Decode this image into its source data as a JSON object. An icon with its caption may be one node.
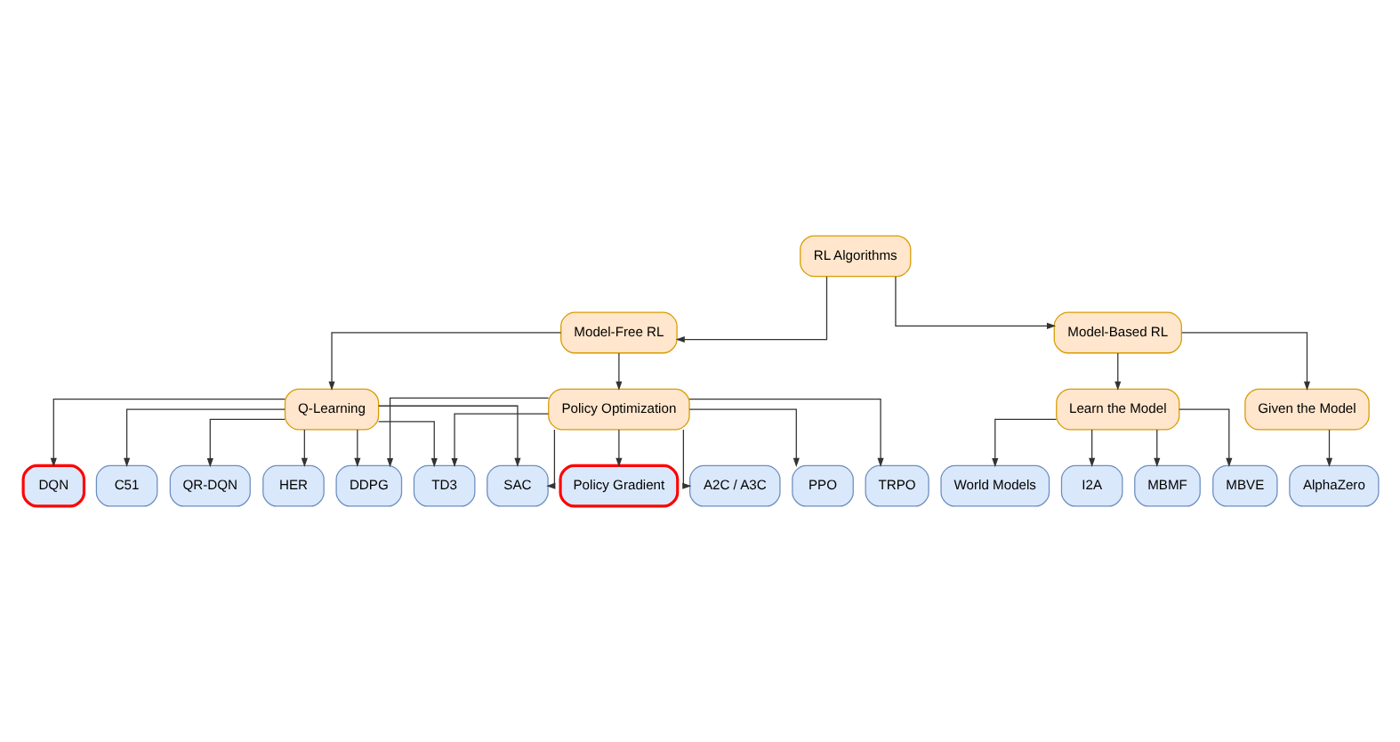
{
  "diagram": {
    "nodes": [
      {
        "text": [
          "RL Algorithms"
        ]
      },
      {
        "text": [
          "Model-Free RL"
        ]
      },
      {
        "text": [
          "Model-Based RL"
        ]
      },
      {
        "text": [
          "Policy Optimization"
        ]
      },
      {
        "text": [
          "Q-Learning"
        ]
      },
      {
        "text": [
          "Learn the Model"
        ]
      },
      {
        "text": [
          "Given the Model"
        ]
      },
      {
        "text": [
          "Policy Gradient"
        ]
      },
      {
        "text": [
          "DQN"
        ]
      },
      {
        "text": [
          "World Models"
        ]
      },
      {
        "text": [
          "AlphaZero"
        ]
      },
      {
        "text": [
          "DDPG"
        ]
      },
      {
        "text": [
          "A2C / A3C"
        ]
      },
      {
        "text": [
          "C51"
        ]
      },
      {
        "text": [
          "I2A"
        ]
      },
      {
        "text": [
          "TD3"
        ]
      },
      {
        "text": [
          "PPO"
        ]
      },
      {
        "text": [
          "QR-DQN"
        ]
      },
      {
        "text": [
          "MBMF"
        ]
      },
      {
        "text": [
          "SAC"
        ]
      },
      {
        "text": [
          "TRPO"
        ]
      },
      {
        "text": [
          "HER"
        ]
      },
      {
        "text": [
          "MBVE"
        ]
      }
    ],
    "edges": [
      {
        "from": 0,
        "to": 1,
        "arrow": "to"
      },
      {
        "from": 0,
        "to": 2,
        "arrow": "to"
      },
      {
        "from": 1,
        "to": 3,
        "arrow": "to"
      },
      {
        "from": 1,
        "to": 4,
        "arrow": "to"
      },
      {
        "from": 2,
        "to": 5,
        "arrow": "to"
      },
      {
        "from": 2,
        "to": 6,
        "arrow": "to"
      },
      {
        "from": 3,
        "to": 7,
        "arrow": "to"
      },
      {
        "from": 3,
        "to": 12,
        "arrow": "to"
      },
      {
        "from": 3,
        "to": 16,
        "arrow": "to"
      },
      {
        "from": 3,
        "to": 20,
        "arrow": "to"
      },
      {
        "from": 3,
        "to": 11,
        "arrow": "to"
      },
      {
        "from": 3,
        "to": 15,
        "arrow": "to"
      },
      {
        "from": 3,
        "to": 19,
        "arrow": "to"
      },
      {
        "from": 4,
        "to": 11,
        "arrow": "to"
      },
      {
        "from": 4,
        "to": 15,
        "arrow": "to"
      },
      {
        "from": 4,
        "to": 19,
        "arrow": "to"
      },
      {
        "from": 4,
        "to": 8,
        "arrow": "to"
      },
      {
        "from": 4,
        "to": 13,
        "arrow": "to"
      },
      {
        "from": 4,
        "to": 17,
        "arrow": "to"
      },
      {
        "from": 4,
        "to": 21,
        "arrow": "to"
      },
      {
        "from": 5,
        "to": 9,
        "arrow": "to"
      },
      {
        "from": 5,
        "to": 14,
        "arrow": "to"
      },
      {
        "from": 5,
        "to": 18,
        "arrow": "to"
      },
      {
        "from": 5,
        "to": 22,
        "arrow": "to"
      },
      {
        "from": 6,
        "to": 10,
        "arrow": "to"
      }
    ]
  }
}
